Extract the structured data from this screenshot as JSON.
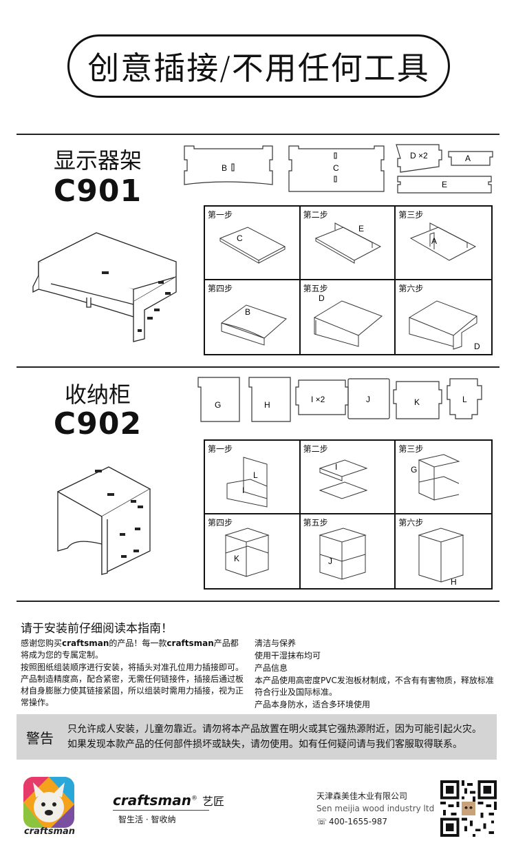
{
  "banner": {
    "title": "创意插接/不用任何工具"
  },
  "products": [
    {
      "name": "显示器架",
      "code": "C901",
      "parts": [
        "B",
        "C",
        "D ×2",
        "A",
        "E"
      ],
      "steps": [
        {
          "label": "第一步",
          "tags": [
            "C"
          ]
        },
        {
          "label": "第二步",
          "tags": [
            "E"
          ]
        },
        {
          "label": "第三步",
          "tags": [
            "A"
          ]
        },
        {
          "label": "第四步",
          "tags": [
            "B"
          ]
        },
        {
          "label": "第五步",
          "tags": [
            "D"
          ]
        },
        {
          "label": "第六步",
          "tags": [
            "D"
          ]
        }
      ]
    },
    {
      "name": "收纳柜",
      "code": "C902",
      "parts": [
        "G",
        "H",
        "I ×2",
        "J",
        "K",
        "L"
      ],
      "steps": [
        {
          "label": "第一步",
          "tags": [
            "L",
            "I"
          ]
        },
        {
          "label": "第二步",
          "tags": [
            "I"
          ]
        },
        {
          "label": "第三步",
          "tags": [
            "G"
          ]
        },
        {
          "label": "第四步",
          "tags": [
            "K"
          ]
        },
        {
          "label": "第五步",
          "tags": [
            "J"
          ]
        },
        {
          "label": "第六步",
          "tags": [
            "H"
          ]
        }
      ]
    }
  ],
  "guide": {
    "title": "请于安装前仔细阅读本指南！",
    "left": {
      "p1_pre": "感谢您购买",
      "p1_brand": "craftsman",
      "p1_mid": "的产品！每一款",
      "p1_brand2": "craftsman",
      "p1_post": "产品都将成为您的专属定制。",
      "p2": "按照图纸组装顺序进行安装，将插头对准孔位用力插接即可。产品制造精度高，配合紧密，无需任何链接件，插接后通过板材自身膨胀力使其链接紧固，所以组装时需用力插接，视为正常操作。"
    },
    "right": {
      "h1": "清洁与保养",
      "t1": "使用干湿抹布均可",
      "h2": "产品信息",
      "t2": "本产品使用高密度PVC发泡板材制成，不含有有害物质，释放标准符合行业及国际标准。",
      "t3": "产品本身防水，适合多环境使用"
    }
  },
  "warning": {
    "label": "警告",
    "line1": "只允许成人安装，儿童勿靠近。请勿将本产品放置在明火或其它强热源附近，因为可能引起火灾。",
    "line2": "如果发现本款产品的任何部件损坏或缺失，请勿使用。如有任何疑问请与我们客服取得联系。"
  },
  "footer": {
    "logo_text": "craftsman",
    "brand": "craftsman",
    "reg": "®",
    "brand_cn": "艺匠",
    "slogan": "智生活 · 智收纳",
    "company_cn": "天津森美佳木业有限公司",
    "company_en": "Sen meijia wood industry ltd",
    "phone_icon": "phone-icon",
    "phone": "400-1655-987"
  }
}
